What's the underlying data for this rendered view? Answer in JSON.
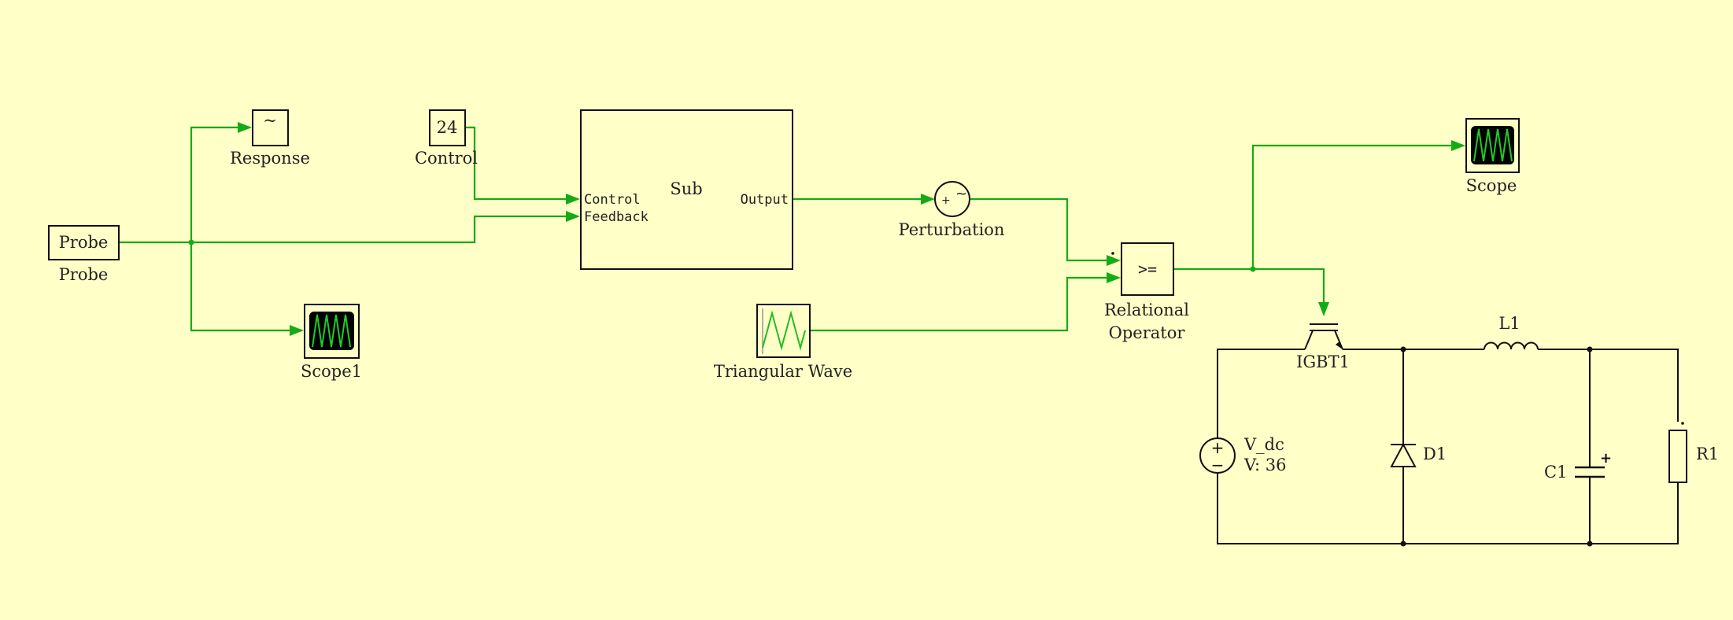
{
  "colors": {
    "background": "#ffffc8",
    "signal_wire": "#16aa16",
    "electrical_wire": "#111111",
    "scope_screen": "#000000",
    "scope_trace": "#22cc22"
  },
  "blocks": {
    "probe": {
      "text": "Probe",
      "label": "Probe"
    },
    "response": {
      "glyph": "~",
      "label": "Response"
    },
    "control": {
      "value": "24",
      "label": "Control"
    },
    "subsystem": {
      "title": "Sub",
      "in1": "Control",
      "in2": "Feedback",
      "out": "Output"
    },
    "scope1": {
      "label": "Scope1"
    },
    "perturbation": {
      "glyph": "~",
      "sign": "+",
      "label": "Perturbation"
    },
    "triangular_wave": {
      "label": "Triangular Wave"
    },
    "relational_operator": {
      "op": ">=",
      "label1": "Relational",
      "label2": "Operator"
    },
    "scope": {
      "label": "Scope"
    }
  },
  "circuit": {
    "igbt": {
      "label": "IGBT1"
    },
    "inductor": {
      "label": "L1"
    },
    "vdc": {
      "name": "V_dc",
      "value": "V: 36",
      "plus": "+",
      "minus": "−"
    },
    "diode": {
      "label": "D1"
    },
    "capacitor": {
      "label": "C1",
      "plus": "+"
    },
    "resistor": {
      "label": "R1"
    }
  }
}
